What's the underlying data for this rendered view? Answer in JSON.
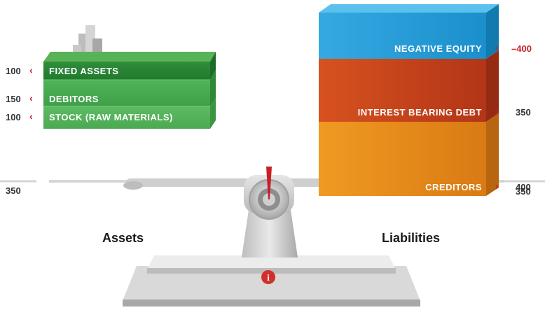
{
  "assets": {
    "title": "Assets",
    "total": "350",
    "items": [
      {
        "label": "FIXED ASSETS",
        "value": "100"
      },
      {
        "label": "DEBITORS",
        "value": "150"
      },
      {
        "label": "STOCK (RAW MATERIALS)",
        "value": "100"
      }
    ]
  },
  "liabilities": {
    "title": "Liabilities",
    "total": "350",
    "items": [
      {
        "label": "NEGATIVE EQUITY",
        "value": "–400"
      },
      {
        "label": "INTEREST BEARING DEBT",
        "value": "350"
      },
      {
        "label": "CREDITORS",
        "value": "400"
      }
    ]
  },
  "icons": {
    "chevron_left": "‹",
    "chevron_right": "›",
    "info": "i"
  },
  "colors": {
    "fixed_assets": "#2e8b3a",
    "debitors": "#4caf50",
    "stock": "#5cb85c",
    "negative_equity": "#1a9ad6",
    "interest_bearing_debt": "#c8401c",
    "creditors": "#e0861c",
    "accent_red": "#c81e28"
  }
}
